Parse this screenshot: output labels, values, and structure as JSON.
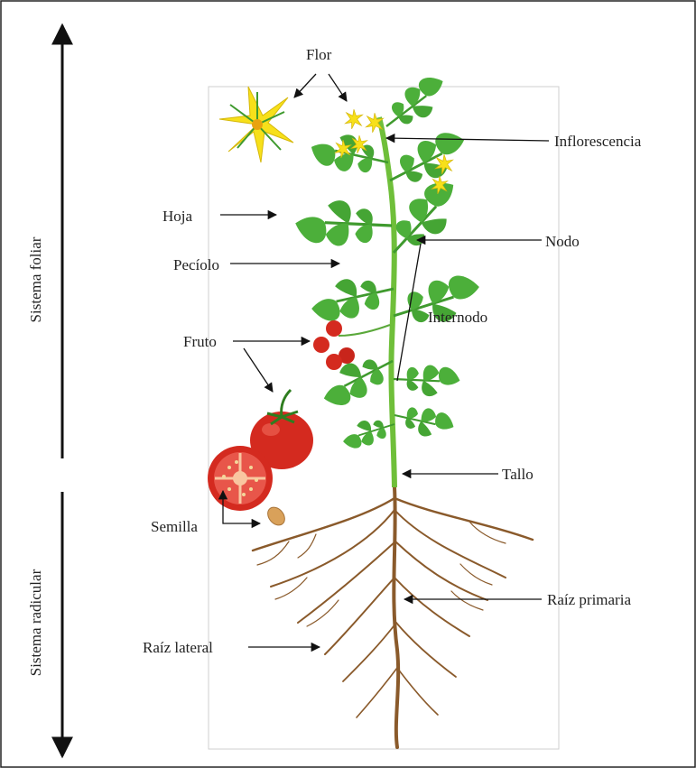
{
  "labels": {
    "flor": "Flor",
    "inflorescencia": "Inflorescencia",
    "hoja": "Hoja",
    "nodo": "Nodo",
    "peciolo": "Pecíolo",
    "internodo": "Internodo",
    "fruto": "Fruto",
    "tallo": "Tallo",
    "semilla": "Semilla",
    "raiz_primaria": "Raíz primaria",
    "raiz_lateral": "Raíz lateral"
  },
  "side_labels": {
    "foliar": "Sistema foliar",
    "radicular": "Sistema radicular"
  },
  "colors": {
    "leaf": "#4caf3a",
    "leaf_dark": "#2e7d1f",
    "stem": "#6fbf3a",
    "flower": "#f7e01a",
    "fruit": "#d42a1f",
    "root": "#8a5a2b",
    "seed": "#d9a15a"
  }
}
